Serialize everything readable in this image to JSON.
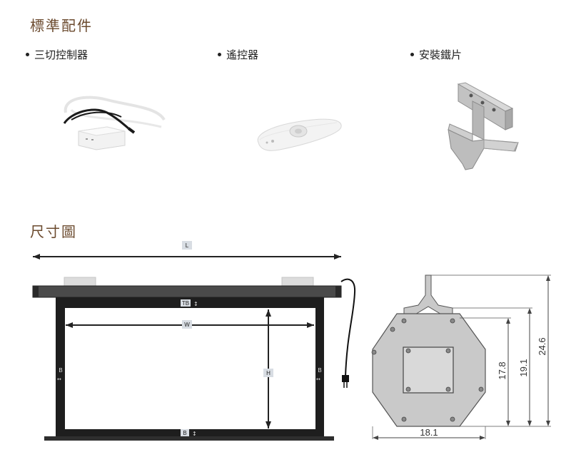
{
  "headings": {
    "accessories": "標準配件",
    "dimensions": "尺寸圖"
  },
  "accessories": [
    {
      "label": "三切控制器",
      "icon": "controller-box-icon"
    },
    {
      "label": "遙控器",
      "icon": "remote-control-icon"
    },
    {
      "label": "安裝鐵片",
      "icon": "mounting-bracket-icon"
    }
  ],
  "screen_diagram": {
    "length_tag": "L",
    "width_tag": "W",
    "height_tag": "H",
    "top_border_tag": "TB",
    "side_border_left_tag": "B",
    "side_border_right_tag": "B",
    "bottom_border_tag": "B"
  },
  "profile_diagram": {
    "width_value": "18.1",
    "height_small": "17.8",
    "height_mid": "19.1",
    "height_total": "24.6"
  },
  "colors": {
    "heading": "#6b4a2e",
    "frame": "#2a2a2a",
    "tag_bg": "#d8dde3",
    "profile_fill": "#c9c9c9"
  }
}
